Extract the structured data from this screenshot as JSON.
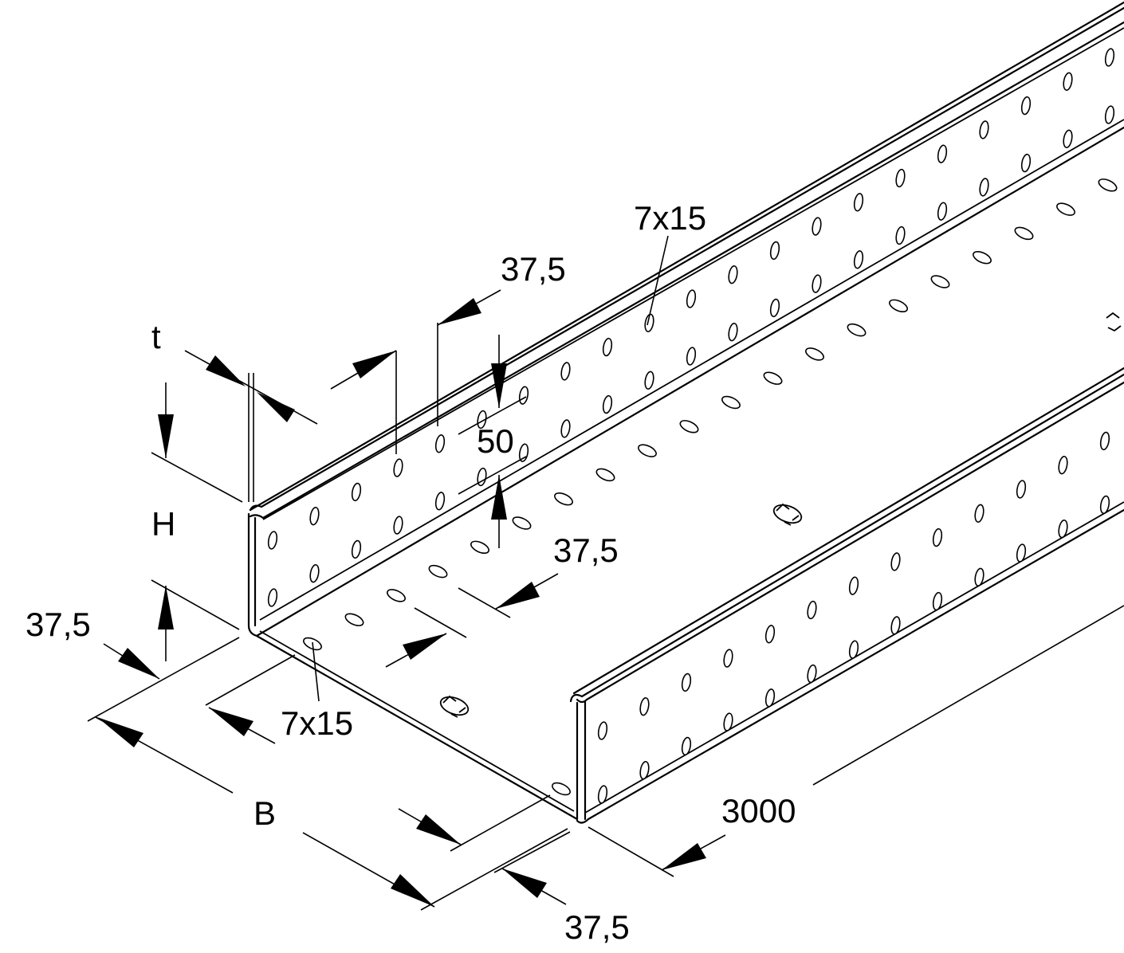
{
  "drawing": {
    "labels": {
      "t": "t",
      "h": "H",
      "b": "B",
      "length": "3000",
      "height_pitch": "50",
      "pitch_top": "37,5",
      "pitch_floor": "37,5",
      "edge_left": "37,5",
      "edge_bottom": "37,5",
      "slot_top": "7x15",
      "slot_floor": "7x15"
    },
    "colors": {
      "line": "#000000",
      "background": "#ffffff"
    }
  }
}
